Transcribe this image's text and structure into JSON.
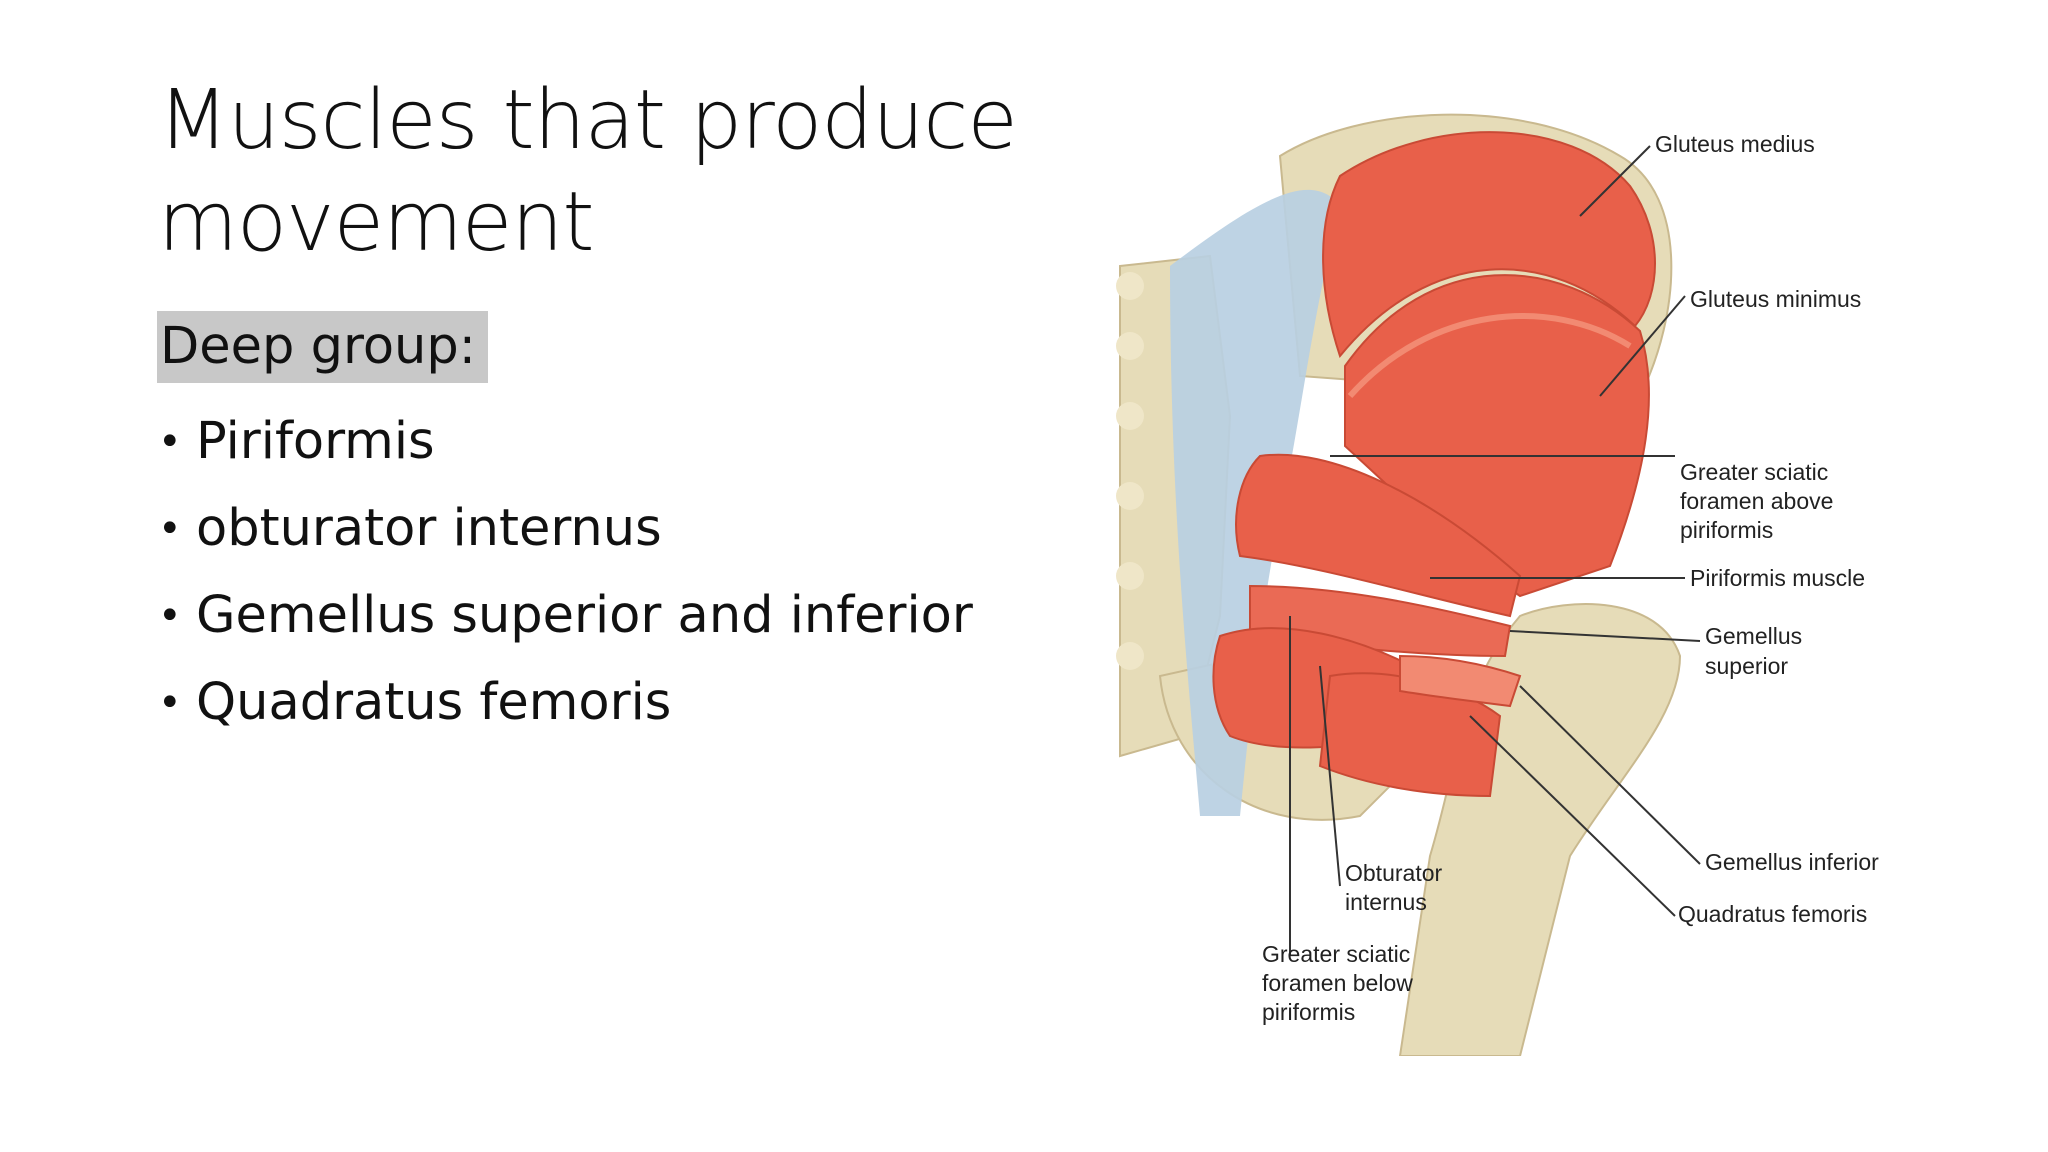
{
  "slide": {
    "title_lines": [
      "Muscles that produce",
      "movement"
    ],
    "subheading": "Deep group:",
    "bullets": [
      "Piriformis",
      "obturator internus",
      "Gemellus superior and inferior",
      "Quadratus femoris"
    ]
  },
  "figure": {
    "labels": {
      "gluteus_medius": "Gluteus medius",
      "gluteus_minimus": "Gluteus minimus",
      "greater_sciatic_above": [
        "Greater sciatic",
        "foramen above",
        "piriformis"
      ],
      "piriformis_muscle": "Piriformis muscle",
      "gemellus_superior": [
        "Gemellus",
        "superior"
      ],
      "gemellus_inferior": "Gemellus inferior",
      "quadratus_femoris": "Quadratus femoris",
      "obturator_internus": [
        "Obturator",
        "internus"
      ],
      "greater_sciatic_below": [
        "Greater sciatic",
        "foramen below",
        "piriformis"
      ]
    },
    "colors": {
      "muscle": "#e8604a",
      "muscle_light": "#f28a72",
      "bone": "#e6dcb8",
      "ligament": "#b9cfe2"
    }
  }
}
